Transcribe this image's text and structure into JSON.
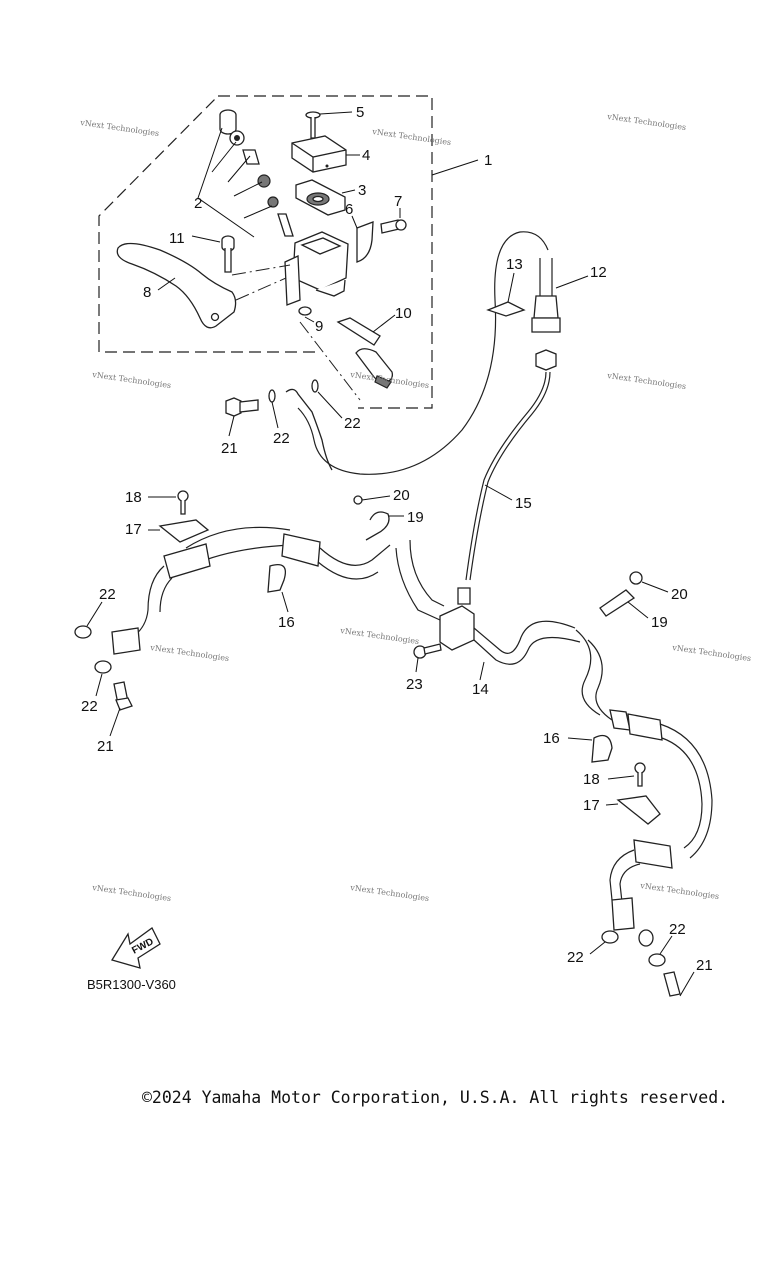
{
  "diagram": {
    "code": "B5R1300-V360",
    "fwd_label": "FWD",
    "watermark": "vNext Technologies",
    "callouts": {
      "c1": "1",
      "c2": "2",
      "c3": "3",
      "c4": "4",
      "c5": "5",
      "c6": "6",
      "c7": "7",
      "c8": "8",
      "c9": "9",
      "c10": "10",
      "c11": "11",
      "c12": "12",
      "c13": "13",
      "c14": "14",
      "c15": "15",
      "c16": "16",
      "c17": "17",
      "c18": "18",
      "c19": "19",
      "c20": "20",
      "c21": "21",
      "c22": "22",
      "c23": "23"
    }
  },
  "footer": {
    "copyright": "©2024 Yamaha Motor Corporation, U.S.A. All rights reserved."
  }
}
